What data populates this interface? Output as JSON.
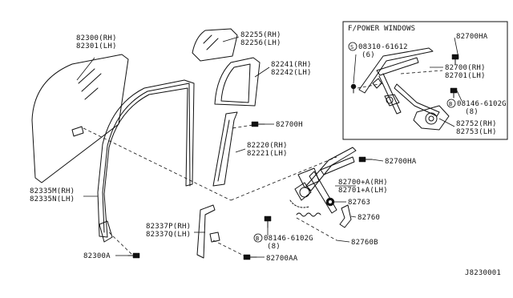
{
  "inset": {
    "title": "F/POWER WINDOWS"
  },
  "labels": {
    "p82300_rh": "82300(RH)",
    "p82301_lh": "82301(LH)",
    "p82255_rh": "82255(RH)",
    "p82256_lh": "82256(LH)",
    "p82241_rh": "82241(RH)",
    "p82242_lh": "82242(LH)",
    "p82700h": "82700H",
    "p82220_rh": "82220(RH)",
    "p82221_lh": "82221(LH)",
    "p82335m_rh": "82335M(RH)",
    "p82335n_lh": "82335N(LH)",
    "p82337p_rh": "82337P(RH)",
    "p82337q_lh": "82337Q(LH)",
    "p82300a": "82300A",
    "p82700aa": "82700AA",
    "p08146_b": "08146-6102G",
    "p08146_b_qty": "(8)",
    "p82760b": "82760B",
    "p82760": "82760",
    "p82763": "82763",
    "p82700a_rh": "82700+A(RH)",
    "p82701a_lh": "82701+A(LH)",
    "p82700ha_main": "82700HA",
    "inset_08310": "08310-61612",
    "inset_08310_qty": "(6)",
    "inset_82700ha": "82700HA",
    "inset_82700_rh": "82700(RH)",
    "inset_82701_lh": "82701(LH)",
    "inset_08146": "08146-6102G",
    "inset_08146_qty": "(8)",
    "inset_82752_rh": "82752(RH)",
    "inset_82753_lh": "82753(LH)",
    "circle_b": "B",
    "circle_s": "S",
    "diagram_code": "J8230001"
  }
}
